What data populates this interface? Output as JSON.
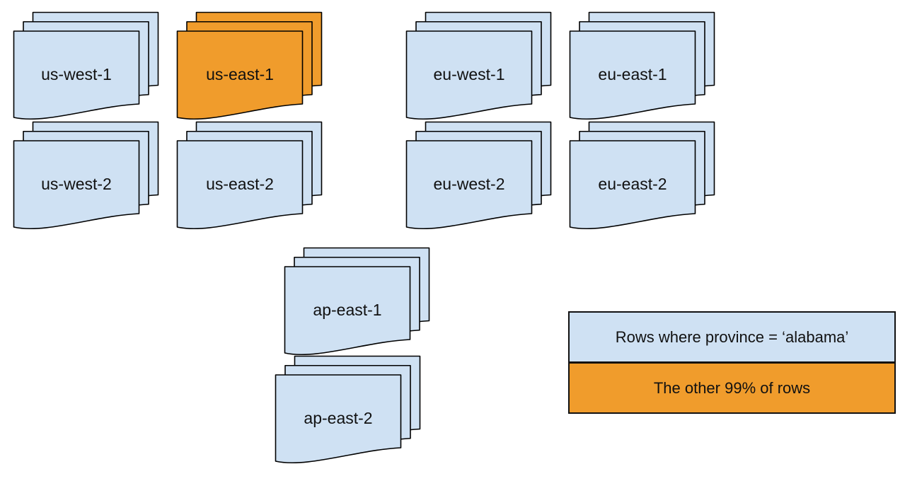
{
  "colors": {
    "blue": "#cfe1f3",
    "orange": "#f09c2c",
    "stroke": "#000000"
  },
  "stacks": [
    {
      "label": "us-west-1",
      "fill": "blue"
    },
    {
      "label": "us-east-1",
      "fill": "orange"
    },
    {
      "label": "eu-west-1",
      "fill": "blue"
    },
    {
      "label": "eu-east-1",
      "fill": "blue"
    },
    {
      "label": "us-west-2",
      "fill": "blue"
    },
    {
      "label": "us-east-2",
      "fill": "blue"
    },
    {
      "label": "eu-west-2",
      "fill": "blue"
    },
    {
      "label": "eu-east-2",
      "fill": "blue"
    },
    {
      "label": "ap-east-1",
      "fill": "blue"
    },
    {
      "label": "ap-east-2",
      "fill": "blue"
    }
  ],
  "legend": {
    "items": [
      {
        "label": "Rows where province = ‘alabama’",
        "fill": "blue"
      },
      {
        "label": "The other 99% of rows",
        "fill": "orange"
      }
    ]
  }
}
